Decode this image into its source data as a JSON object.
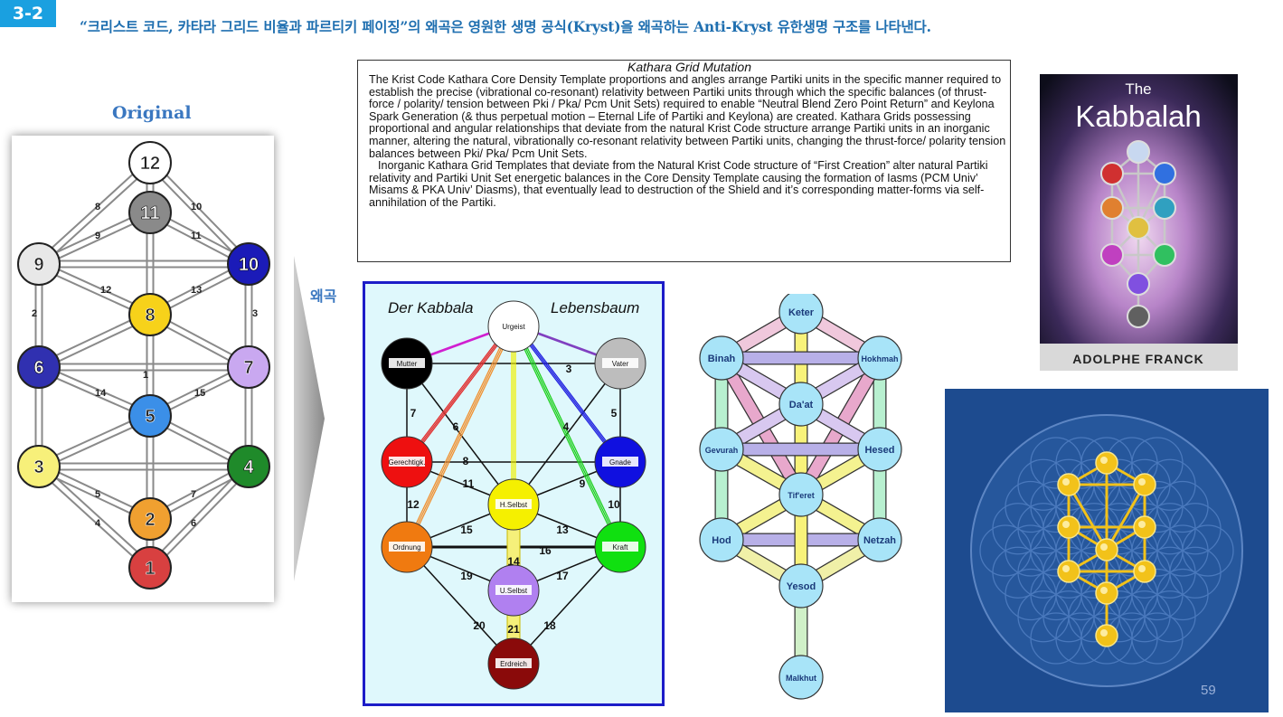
{
  "slide": {
    "badge": "3-2",
    "title": "“크리스트 코드, 카타라 그리드 비율과 파르티키 페이징”의 왜곡은 영원한 생명 공식(Kryst)을 왜곡하는 Anti-Kryst 유한생명 구조를 나타낸다.",
    "label_original": "Original",
    "label_distortion": "왜곡",
    "page_number": "59"
  },
  "textbox": {
    "title": "Kathara Grid Mutation",
    "para1": "The Krist Code Kathara Core Density Template proportions and angles arrange Partiki units in the specific manner required to establish the precise (vibrational co-resonant) relativity between Partiki units through which the specific balances (of thrust-force / polarity/  tension between Pki / Pka/ Pcm Unit Sets) required to enable “Neutral Blend Zero Point Return” and Keylona Spark Generation (& thus perpetual motion – Eternal Life of Partiki and Keylona) are created.  Kathara Grids possessing proportional and angular relationships that deviate from the natural Krist Code structure arrange Partiki units in an inorganic manner, altering the natural, vibrationally co-resonant relativity between Partiki units, changing the thrust-force/ polarity tension balances between Pki/ Pka/ Pcm Unit Sets.",
    "para2": "Inorganic Kathara Grid Templates that deviate from the Natural Krist Code structure of “First Creation” alter natural Partiki relativity and Partiki Unit Set energetic balances in the Core Density Template causing the formation of Iasms (PCM Univ’ Misams & PKA Univ’ Diasms), that eventually lead to destruction of the Shield and it’s corresponding matter-forms via self-annihilation of the Partiki."
  },
  "original_grid": {
    "nodes": [
      {
        "id": "12",
        "color": "#ffffff",
        "x": 0,
        "y": 0
      },
      {
        "id": "11",
        "color": "#8a8a8a"
      },
      {
        "id": "9",
        "color": "#e8e8e8"
      },
      {
        "id": "10",
        "color": "#1b1bb8"
      },
      {
        "id": "8",
        "color": "#f7d21a"
      },
      {
        "id": "6",
        "color": "#3030b0"
      },
      {
        "id": "7",
        "color": "#c9a8f0"
      },
      {
        "id": "5",
        "color": "#3b8fe8"
      },
      {
        "id": "3",
        "color": "#f7f07a"
      },
      {
        "id": "4",
        "color": "#1f8a2a"
      },
      {
        "id": "2",
        "color": "#f0a030"
      },
      {
        "id": "1",
        "color": "#d84040"
      }
    ],
    "edge_labels": [
      "8",
      "9",
      "10",
      "11",
      "12",
      "13",
      "2",
      "3",
      "1",
      "14",
      "15",
      "5",
      "4",
      "7",
      "6"
    ]
  },
  "kabbala": {
    "title_left": "Der Kabbala",
    "title_right": "Lebensbaum",
    "nodes": [
      "Urgeist",
      "Mutter",
      "Vater",
      "Gerechtigk.",
      "Gnade",
      "H.Selbst",
      "Ordnung",
      "Kraft",
      "U.Selbst",
      "Erdreich"
    ],
    "path_numbers": [
      "3",
      "7",
      "6",
      "4",
      "5",
      "8",
      "11",
      "9",
      "12",
      "10",
      "15",
      "13",
      "14",
      "16",
      "19",
      "17",
      "20",
      "21",
      "18"
    ]
  },
  "sephirot": {
    "nodes": [
      "Keter",
      "Binah",
      "Hokhmah",
      "Da'at",
      "Gevurah",
      "Hesed",
      "Tif'eret",
      "Hod",
      "Netzah",
      "Yesod",
      "Malkhut"
    ]
  },
  "book": {
    "title_small": "The",
    "title_large": "Kabbalah",
    "author": "ADOLPHE FRANCK"
  },
  "colors": {
    "accent": "#1aa0e0",
    "title": "#1f6fb0",
    "label": "#3a77c0",
    "flower_bg": "#1d4b8f",
    "gold": "#f2c21a"
  }
}
